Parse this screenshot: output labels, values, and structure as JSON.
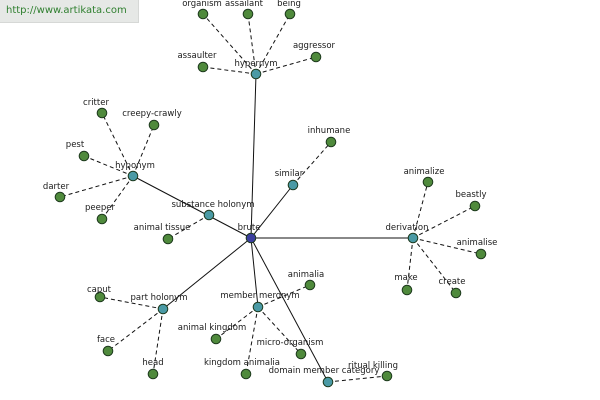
{
  "banner": {
    "url": "http://www.artikata.com"
  },
  "graph": {
    "nodes": [
      {
        "id": "brute",
        "label": "brute",
        "kind": "center"
      },
      {
        "id": "hypernym",
        "label": "hypernym",
        "kind": "relation"
      },
      {
        "id": "hyponym",
        "label": "hyponym",
        "kind": "relation"
      },
      {
        "id": "substance_holonym",
        "label": "substance holonym",
        "kind": "relation"
      },
      {
        "id": "similar",
        "label": "similar",
        "kind": "relation"
      },
      {
        "id": "derivation",
        "label": "derivation",
        "kind": "relation"
      },
      {
        "id": "part_holonym",
        "label": "part holonym",
        "kind": "relation"
      },
      {
        "id": "member_meronym",
        "label": "member meronym",
        "kind": "relation"
      },
      {
        "id": "domain_member_category",
        "label": "domain member category",
        "kind": "relation"
      },
      {
        "id": "organism",
        "label": "organism",
        "kind": "word"
      },
      {
        "id": "assailant",
        "label": "assailant",
        "kind": "word"
      },
      {
        "id": "being",
        "label": "being",
        "kind": "word"
      },
      {
        "id": "assaulter",
        "label": "assaulter",
        "kind": "word"
      },
      {
        "id": "aggressor",
        "label": "aggressor",
        "kind": "word"
      },
      {
        "id": "critter",
        "label": "critter",
        "kind": "word"
      },
      {
        "id": "creepy_crawly",
        "label": "creepy-crawly",
        "kind": "word"
      },
      {
        "id": "pest",
        "label": "pest",
        "kind": "word"
      },
      {
        "id": "darter",
        "label": "darter",
        "kind": "word"
      },
      {
        "id": "peeper",
        "label": "peeper",
        "kind": "word"
      },
      {
        "id": "animal_tissue",
        "label": "animal tissue",
        "kind": "word"
      },
      {
        "id": "inhumane",
        "label": "inhumane",
        "kind": "word"
      },
      {
        "id": "animalize",
        "label": "animalize",
        "kind": "word"
      },
      {
        "id": "beastly",
        "label": "beastly",
        "kind": "word"
      },
      {
        "id": "animalise",
        "label": "animalise",
        "kind": "word"
      },
      {
        "id": "make",
        "label": "make",
        "kind": "word"
      },
      {
        "id": "create",
        "label": "create",
        "kind": "word"
      },
      {
        "id": "caput",
        "label": "caput",
        "kind": "word"
      },
      {
        "id": "face",
        "label": "face",
        "kind": "word"
      },
      {
        "id": "head",
        "label": "head",
        "kind": "word"
      },
      {
        "id": "animalia",
        "label": "animalia",
        "kind": "word"
      },
      {
        "id": "animal_kingdom",
        "label": "animal kingdom",
        "kind": "word"
      },
      {
        "id": "kingdom_animalia",
        "label": "kingdom animalia",
        "kind": "word"
      },
      {
        "id": "micro_organism",
        "label": "micro-organism",
        "kind": "word"
      },
      {
        "id": "ritual_killing",
        "label": "ritual killing",
        "kind": "word"
      }
    ],
    "edges": [
      {
        "from": "brute",
        "to": "hypernym",
        "style": "solid"
      },
      {
        "from": "brute",
        "to": "hyponym",
        "style": "solid"
      },
      {
        "from": "brute",
        "to": "similar",
        "style": "solid"
      },
      {
        "from": "brute",
        "to": "derivation",
        "style": "solid"
      },
      {
        "from": "brute",
        "to": "part_holonym",
        "style": "solid"
      },
      {
        "from": "brute",
        "to": "member_meronym",
        "style": "solid"
      },
      {
        "from": "brute",
        "to": "domain_member_category",
        "style": "solid"
      },
      {
        "from": "hypernym",
        "to": "organism",
        "style": "dashed"
      },
      {
        "from": "hypernym",
        "to": "assailant",
        "style": "dashed"
      },
      {
        "from": "hypernym",
        "to": "being",
        "style": "dashed"
      },
      {
        "from": "hypernym",
        "to": "assaulter",
        "style": "dashed"
      },
      {
        "from": "hypernym",
        "to": "aggressor",
        "style": "dashed"
      },
      {
        "from": "hyponym",
        "to": "critter",
        "style": "dashed"
      },
      {
        "from": "hyponym",
        "to": "creepy_crawly",
        "style": "dashed"
      },
      {
        "from": "hyponym",
        "to": "pest",
        "style": "dashed"
      },
      {
        "from": "hyponym",
        "to": "darter",
        "style": "dashed"
      },
      {
        "from": "hyponym",
        "to": "peeper",
        "style": "dashed"
      },
      {
        "from": "substance_holonym",
        "to": "animal_tissue",
        "style": "dashed"
      },
      {
        "from": "similar",
        "to": "inhumane",
        "style": "dashed"
      },
      {
        "from": "derivation",
        "to": "animalize",
        "style": "dashed"
      },
      {
        "from": "derivation",
        "to": "beastly",
        "style": "dashed"
      },
      {
        "from": "derivation",
        "to": "animalise",
        "style": "dashed"
      },
      {
        "from": "derivation",
        "to": "make",
        "style": "dashed"
      },
      {
        "from": "derivation",
        "to": "create",
        "style": "dashed"
      },
      {
        "from": "part_holonym",
        "to": "caput",
        "style": "dashed"
      },
      {
        "from": "part_holonym",
        "to": "face",
        "style": "dashed"
      },
      {
        "from": "part_holonym",
        "to": "head",
        "style": "dashed"
      },
      {
        "from": "member_meronym",
        "to": "animalia",
        "style": "dashed"
      },
      {
        "from": "member_meronym",
        "to": "animal_kingdom",
        "style": "dashed"
      },
      {
        "from": "member_meronym",
        "to": "kingdom_animalia",
        "style": "dashed"
      },
      {
        "from": "member_meronym",
        "to": "micro_organism",
        "style": "dashed"
      },
      {
        "from": "domain_member_category",
        "to": "ritual_killing",
        "style": "dashed"
      }
    ],
    "colors": {
      "center": "#3b3e9e",
      "relation": "#4a9aa5",
      "word": "#4f8a3c",
      "node_stroke": "#1e3a1e",
      "edge": "#111111"
    }
  }
}
